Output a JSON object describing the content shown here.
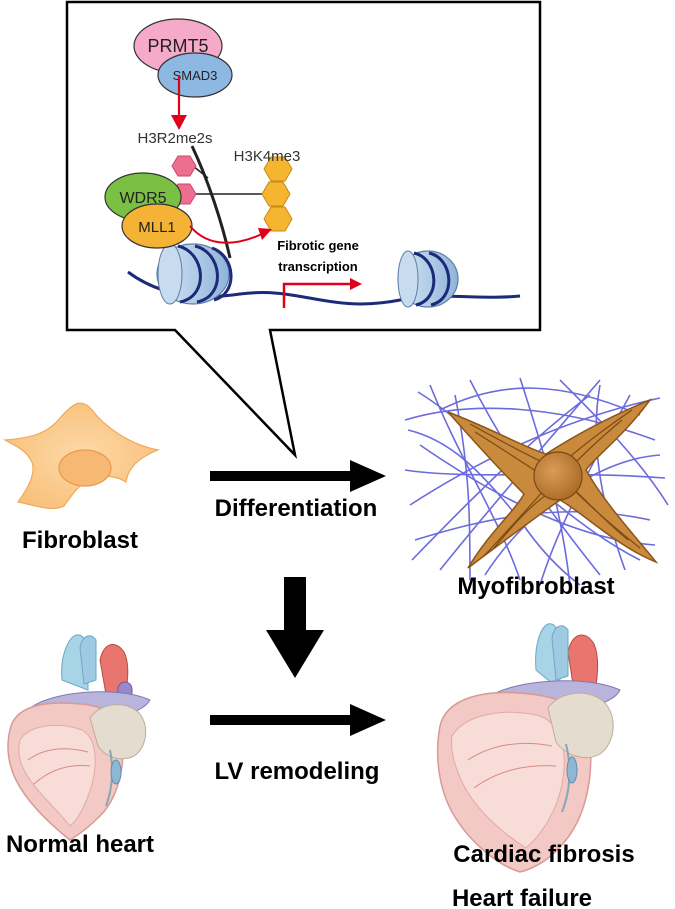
{
  "inset": {
    "prmt5": "PRMT5",
    "smad3": "SMAD3",
    "h3r2": "H3R2me2s",
    "h3k4": "H3K4me3",
    "wdr5": "WDR5",
    "mll1": "MLL1",
    "fibrotic_line1": "Fibrotic gene",
    "fibrotic_line2": "transcription"
  },
  "labels": {
    "fibroblast": "Fibroblast",
    "differentiation": "Differentiation",
    "myofibroblast": "Myofibroblast",
    "normal_heart": "Normal heart",
    "lv_remodeling": "LV remodeling",
    "cardiac_fibrosis": "Cardiac fibrosis",
    "heart_failure": "Heart failure"
  },
  "colors": {
    "prmt5": "#f4aac8",
    "smad3": "#8db8e2",
    "wdr5": "#7ac143",
    "mll1": "#f5b335",
    "hex_pink": "#ee6e8f",
    "hex_gold": "#f6b530",
    "red_arrow": "#e1001a",
    "dna": "#1d2a7a",
    "nucleosome": "#a9c7e4",
    "fibroblast": "#fbc98a",
    "myofibroblast": "#c98a3d",
    "fibers": "#6b6bdd"
  }
}
